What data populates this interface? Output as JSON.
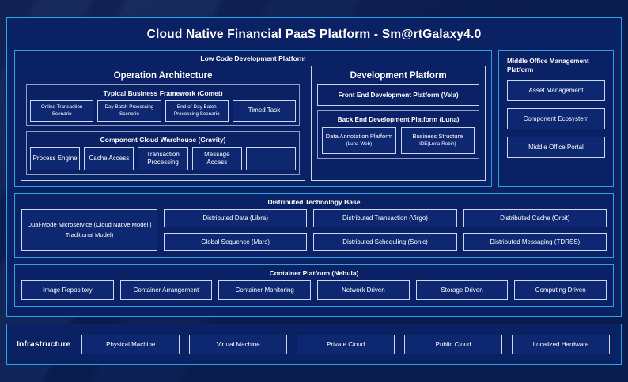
{
  "header": {
    "title": "Cloud Native Financial PaaS Platform - Sm@rtGalaxy4.0"
  },
  "low_code": {
    "title": "Low Code Development Platform",
    "operation_architecture": {
      "title": "Operation Architecture",
      "typical_business_framework": {
        "title": "Typical Business Framework (Comet)",
        "items": [
          "Online Transaction Scenario",
          "Day Batch Processing Scenario",
          "End-of-Day Batch Processing Scenario",
          "Timed Task"
        ]
      },
      "component_cloud_warehouse": {
        "title": "Component Cloud Warehouse (Gravity)",
        "items": [
          "Process Engine",
          "Cache Access",
          "Transaction Processing",
          "Message Access",
          "......"
        ]
      }
    },
    "development_platform": {
      "title": "Development Platform",
      "front_end": "Front End Development Platform (Vela)",
      "back_end": {
        "title": "Back End Development Platform (Luna)",
        "items": [
          {
            "line1": "Data Annotation Platform",
            "line2": "(Luna-Web)"
          },
          {
            "line1": "Business Structure",
            "line2": "IDE(Luna-Robin)"
          }
        ]
      }
    }
  },
  "middle_office": {
    "title": "Middle Office Management Platform",
    "items": [
      "Asset Management",
      "Component Ecosystem",
      "Middle Office Portal"
    ]
  },
  "distributed_technology_base": {
    "title": "Distributed Technology Base",
    "dual_mode": "Dual-Mode Microservice (Cloud Native Model | Traditional Model)",
    "columns": [
      {
        "top": "Distributed Data (Libra)",
        "bottom": "Global Sequence (Mars)"
      },
      {
        "top": "Distributed Transaction (Virgo)",
        "bottom": "Distributed Scheduling (Sonic)"
      },
      {
        "top": "Distributed Cache (Orbit)",
        "bottom": "Distributed Messaging (TDRSS)"
      }
    ]
  },
  "container_platform": {
    "title": "Container Platform (Nebula)",
    "items": [
      "Image Repository",
      "Container Arrangement",
      "Container Monitoring",
      "Network Driven",
      "Storage Driven",
      "Computing Driven"
    ]
  },
  "infrastructure": {
    "label": "Infrastructure",
    "items": [
      "Physical Machine",
      "Virtual Machine",
      "Private Cloud",
      "Public Cloud",
      "Localized Hardware"
    ]
  },
  "colors": {
    "canvas_bg": "#0a1b4d",
    "panel_bg": "#0a2163",
    "cell_bg": "#0d2870",
    "accent_border": "#25a6e8",
    "light_border": "#ccd7ef",
    "text": "#ffffff"
  }
}
